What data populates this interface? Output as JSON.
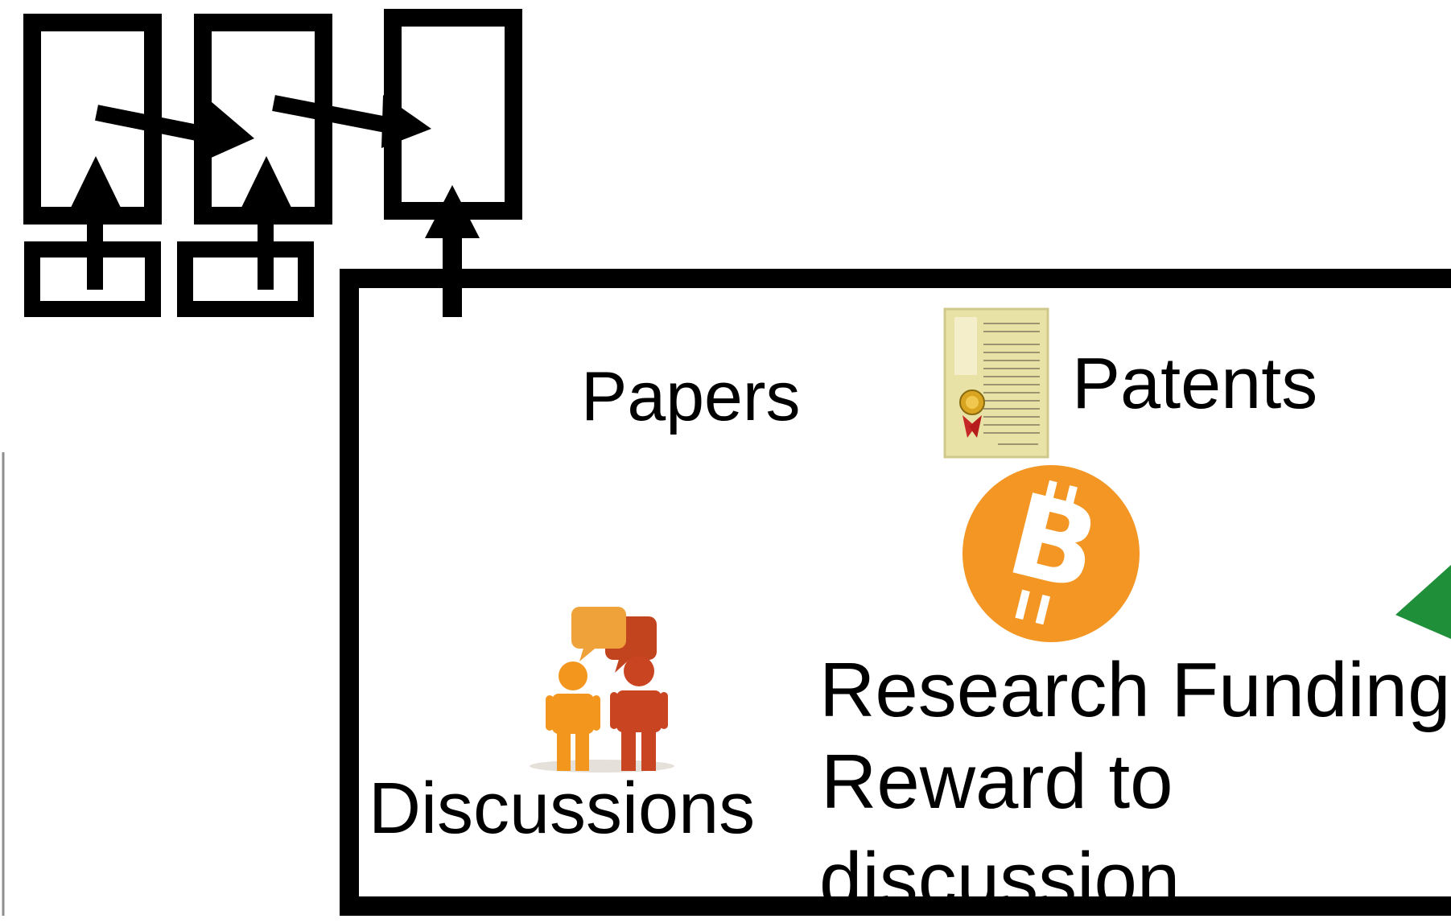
{
  "diagram": {
    "labels": {
      "papers": "Papers",
      "patents": "Patents",
      "research_funding": "Research Funding",
      "reward_line1": "Reward to",
      "reward_line2": "discussion",
      "discussions": "Discussions"
    },
    "icons": {
      "patent": "patent-certificate-icon",
      "bitcoin": "bitcoin-icon",
      "discussion": "discussion-people-icon",
      "partial": "green-triangle-icon"
    },
    "colors": {
      "stroke": "#000000",
      "bitcoin_orange": "#f39624",
      "parchment": "#ece6b0",
      "person_left": "#f2961e",
      "person_right": "#c94420",
      "bubble": "#f0a23a",
      "green": "#1f8f3a"
    }
  }
}
